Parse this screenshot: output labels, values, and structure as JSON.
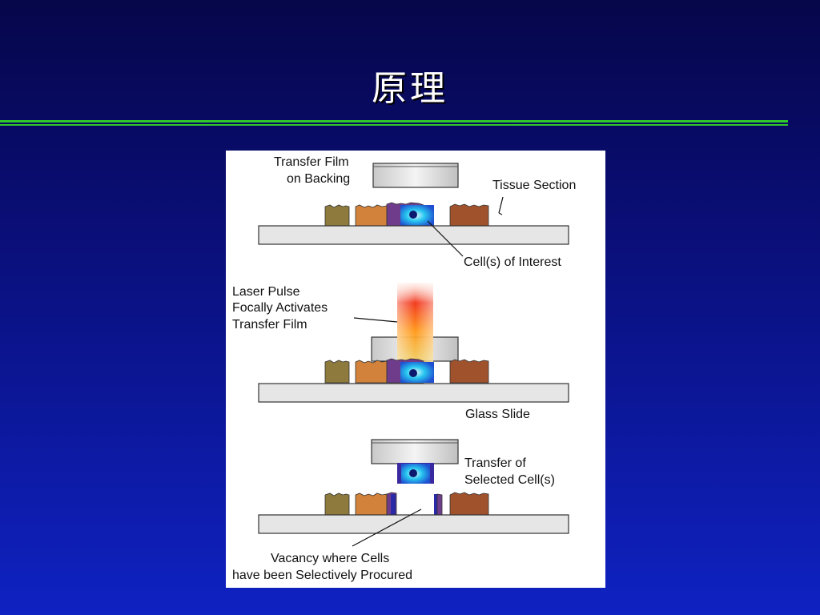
{
  "slide": {
    "title": "原理"
  },
  "diagram": {
    "labels": {
      "transfer_film_line1": "Transfer Film",
      "transfer_film_line2": "on Backing",
      "tissue_section": "Tissue Section",
      "cells_of_interest": "Cell(s) of Interest",
      "laser_line1": "Laser Pulse",
      "laser_line2": "Focally Activates",
      "laser_line3": "Transfer Film",
      "glass_slide": "Glass Slide",
      "transfer_line1": "Transfer of",
      "transfer_line2": "Selected Cell(s)",
      "vacancy_line1": "Vacancy where Cells",
      "vacancy_line2": "have been Selectively Procured"
    }
  },
  "colors": {
    "accent_line": "#31c82c",
    "tissue_olive": "#8d7a3c",
    "tissue_orange": "#d2823a",
    "tissue_purple": "#6e3c8a",
    "tissue_brown": "#a0522d",
    "cell_cyan": "#27c7f0"
  }
}
